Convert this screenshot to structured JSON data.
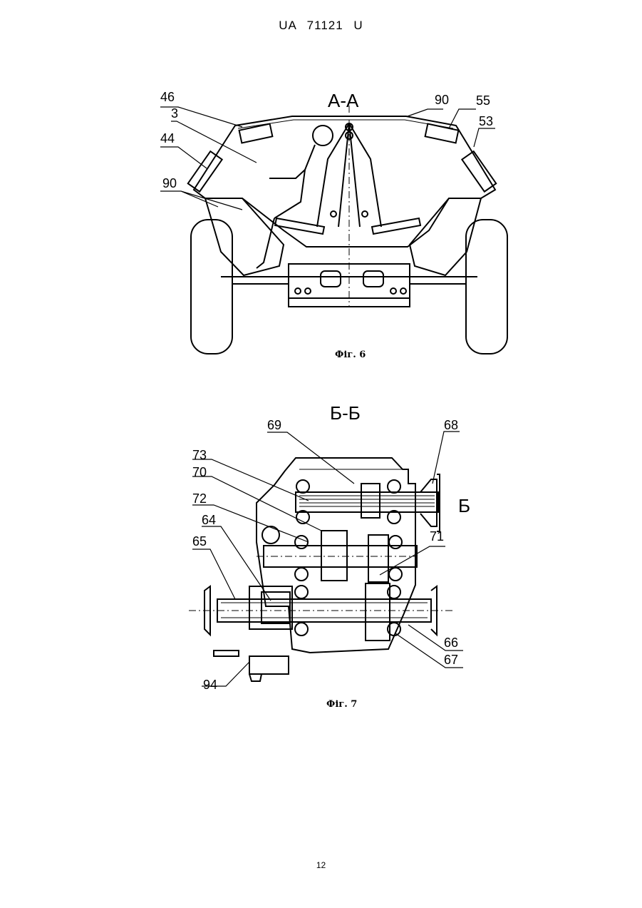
{
  "header": {
    "doc_id": "UA   71121   U"
  },
  "figure6": {
    "section_label": "А-А",
    "caption": "Фіг. 6",
    "labels": {
      "l46": "46",
      "l3": "3",
      "l44": "44",
      "l90a": "90",
      "l90b": "90",
      "l55": "55",
      "l53": "53"
    }
  },
  "figure7": {
    "section_label": "Б-Б",
    "view_letter": "Б",
    "caption": "Фіг. 7",
    "labels": {
      "l69": "69",
      "l68": "68",
      "l73": "73",
      "l70": "70",
      "l72": "72",
      "l71": "71",
      "l64": "64",
      "l65": "65",
      "l66": "66",
      "l67": "67",
      "l94": "94"
    }
  },
  "footer": {
    "page_number": "12"
  }
}
